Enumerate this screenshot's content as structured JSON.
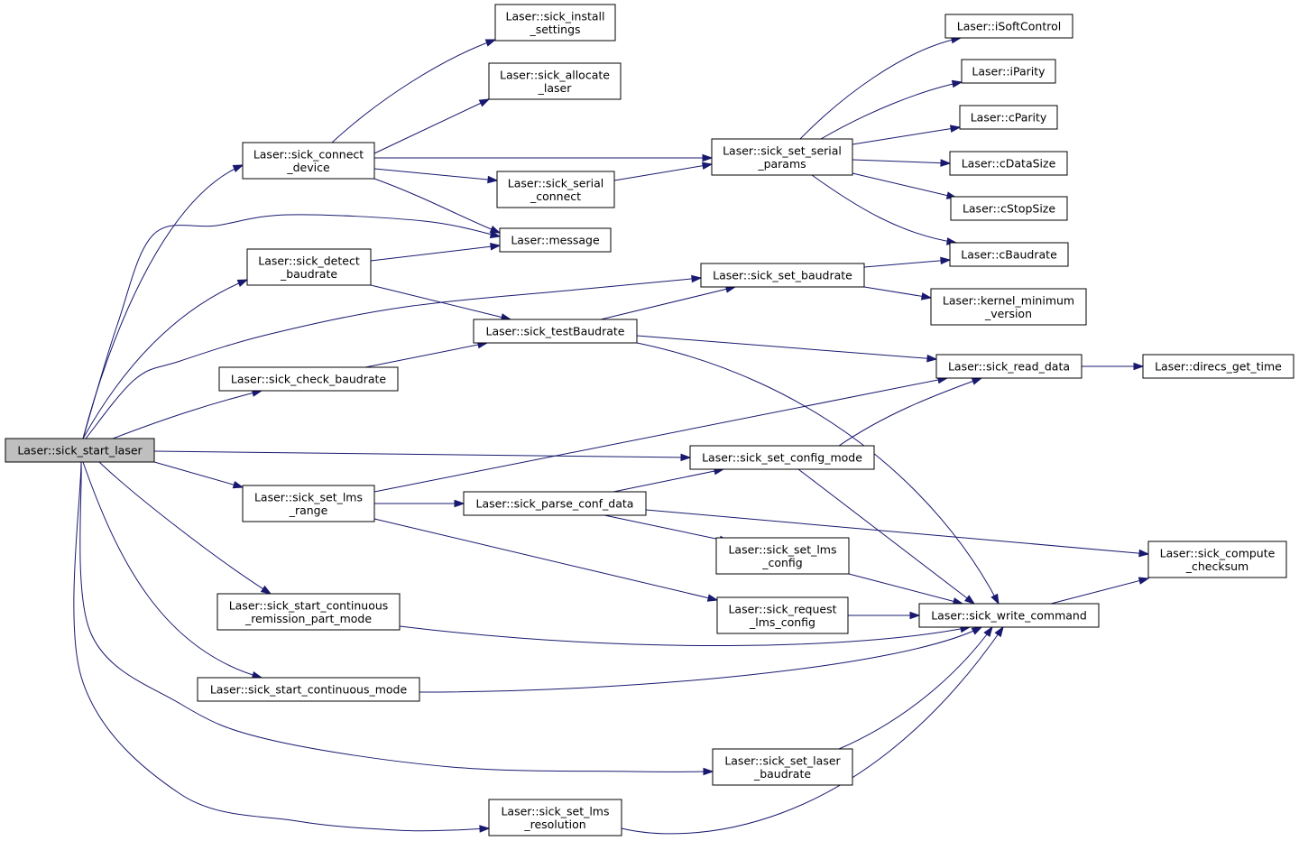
{
  "nodes": [
    {
      "id": "start_laser",
      "lines": [
        "Laser::sick_start_laser"
      ],
      "root": true
    },
    {
      "id": "connect_device",
      "lines": [
        "Laser::sick_connect",
        "_device"
      ]
    },
    {
      "id": "detect_baudrate",
      "lines": [
        "Laser::sick_detect",
        "_baudrate"
      ]
    },
    {
      "id": "check_baudrate",
      "lines": [
        "Laser::sick_check_baudrate"
      ]
    },
    {
      "id": "set_lms_range",
      "lines": [
        "Laser::sick_set_lms",
        "_range"
      ]
    },
    {
      "id": "start_cont_remission",
      "lines": [
        "Laser::sick_start_continuous",
        "_remission_part_mode"
      ]
    },
    {
      "id": "start_cont_mode",
      "lines": [
        "Laser::sick_start_continuous_mode"
      ]
    },
    {
      "id": "install_settings",
      "lines": [
        "Laser::sick_install",
        "_settings"
      ]
    },
    {
      "id": "allocate_laser",
      "lines": [
        "Laser::sick_allocate",
        "_laser"
      ]
    },
    {
      "id": "serial_connect",
      "lines": [
        "Laser::sick_serial",
        "_connect"
      ]
    },
    {
      "id": "message",
      "lines": [
        "Laser::message"
      ]
    },
    {
      "id": "testBaudrate",
      "lines": [
        "Laser::sick_testBaudrate"
      ]
    },
    {
      "id": "parse_conf_data",
      "lines": [
        "Laser::sick_parse_conf_data"
      ]
    },
    {
      "id": "set_lms_resolution",
      "lines": [
        "Laser::sick_set_lms",
        "_resolution"
      ]
    },
    {
      "id": "set_serial_params",
      "lines": [
        "Laser::sick_set_serial",
        "_params"
      ]
    },
    {
      "id": "set_baudrate",
      "lines": [
        "Laser::sick_set_baudrate"
      ]
    },
    {
      "id": "set_config_mode",
      "lines": [
        "Laser::sick_set_config_mode"
      ]
    },
    {
      "id": "set_lms_config",
      "lines": [
        "Laser::sick_set_lms",
        "_config"
      ]
    },
    {
      "id": "request_lms_config",
      "lines": [
        "Laser::sick_request",
        "_lms_config"
      ]
    },
    {
      "id": "set_laser_baudrate",
      "lines": [
        "Laser::sick_set_laser",
        "_baudrate"
      ]
    },
    {
      "id": "iSoftControl",
      "lines": [
        "Laser::iSoftControl"
      ]
    },
    {
      "id": "iParity",
      "lines": [
        "Laser::iParity"
      ]
    },
    {
      "id": "cParity",
      "lines": [
        "Laser::cParity"
      ]
    },
    {
      "id": "cDataSize",
      "lines": [
        "Laser::cDataSize"
      ]
    },
    {
      "id": "cStopSize",
      "lines": [
        "Laser::cStopSize"
      ]
    },
    {
      "id": "cBaudrate",
      "lines": [
        "Laser::cBaudrate"
      ]
    },
    {
      "id": "kernel_minimum_version",
      "lines": [
        "Laser::kernel_minimum",
        "_version"
      ]
    },
    {
      "id": "read_data",
      "lines": [
        "Laser::sick_read_data"
      ]
    },
    {
      "id": "write_command",
      "lines": [
        "Laser::sick_write_command"
      ]
    },
    {
      "id": "direcs_get_time",
      "lines": [
        "Laser::direcs_get_time"
      ]
    },
    {
      "id": "compute_checksum",
      "lines": [
        "Laser::sick_compute",
        "_checksum"
      ]
    }
  ],
  "edges": [
    {
      "from": "start_laser",
      "to": "connect_device"
    },
    {
      "from": "start_laser",
      "to": "message"
    },
    {
      "from": "start_laser",
      "to": "detect_baudrate"
    },
    {
      "from": "start_laser",
      "to": "set_baudrate"
    },
    {
      "from": "start_laser",
      "to": "check_baudrate"
    },
    {
      "from": "start_laser",
      "to": "set_config_mode"
    },
    {
      "from": "start_laser",
      "to": "set_lms_range"
    },
    {
      "from": "start_laser",
      "to": "start_cont_remission"
    },
    {
      "from": "start_laser",
      "to": "start_cont_mode"
    },
    {
      "from": "start_laser",
      "to": "set_laser_baudrate"
    },
    {
      "from": "start_laser",
      "to": "set_lms_resolution"
    },
    {
      "from": "connect_device",
      "to": "install_settings"
    },
    {
      "from": "connect_device",
      "to": "allocate_laser"
    },
    {
      "from": "connect_device",
      "to": "set_serial_params"
    },
    {
      "from": "connect_device",
      "to": "serial_connect"
    },
    {
      "from": "connect_device",
      "to": "message"
    },
    {
      "from": "serial_connect",
      "to": "set_serial_params"
    },
    {
      "from": "detect_baudrate",
      "to": "message"
    },
    {
      "from": "detect_baudrate",
      "to": "testBaudrate"
    },
    {
      "from": "check_baudrate",
      "to": "testBaudrate"
    },
    {
      "from": "testBaudrate",
      "to": "set_baudrate"
    },
    {
      "from": "testBaudrate",
      "to": "read_data"
    },
    {
      "from": "testBaudrate",
      "to": "write_command"
    },
    {
      "from": "set_serial_params",
      "to": "iSoftControl"
    },
    {
      "from": "set_serial_params",
      "to": "iParity"
    },
    {
      "from": "set_serial_params",
      "to": "cParity"
    },
    {
      "from": "set_serial_params",
      "to": "cDataSize"
    },
    {
      "from": "set_serial_params",
      "to": "cStopSize"
    },
    {
      "from": "set_serial_params",
      "to": "cBaudrate"
    },
    {
      "from": "set_baudrate",
      "to": "cBaudrate"
    },
    {
      "from": "set_baudrate",
      "to": "kernel_minimum_version"
    },
    {
      "from": "read_data",
      "to": "direcs_get_time"
    },
    {
      "from": "set_lms_range",
      "to": "read_data"
    },
    {
      "from": "set_lms_range",
      "to": "parse_conf_data"
    },
    {
      "from": "set_lms_range",
      "to": "request_lms_config"
    },
    {
      "from": "set_config_mode",
      "to": "read_data"
    },
    {
      "from": "set_config_mode",
      "to": "write_command"
    },
    {
      "from": "parse_conf_data",
      "to": "set_config_mode"
    },
    {
      "from": "parse_conf_data",
      "to": "set_lms_config"
    },
    {
      "from": "parse_conf_data",
      "to": "compute_checksum"
    },
    {
      "from": "set_lms_config",
      "to": "write_command"
    },
    {
      "from": "request_lms_config",
      "to": "write_command"
    },
    {
      "from": "start_cont_remission",
      "to": "write_command"
    },
    {
      "from": "start_cont_mode",
      "to": "write_command"
    },
    {
      "from": "set_laser_baudrate",
      "to": "write_command"
    },
    {
      "from": "set_lms_resolution",
      "to": "write_command"
    },
    {
      "from": "write_command",
      "to": "compute_checksum"
    }
  ]
}
